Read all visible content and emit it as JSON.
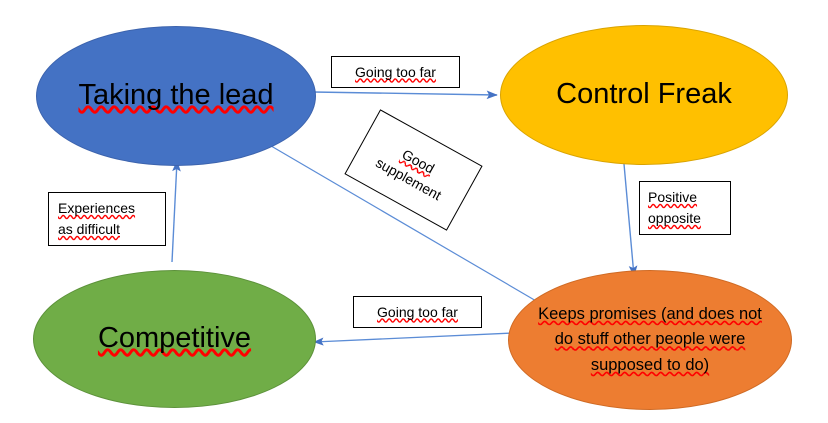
{
  "diagram": {
    "type": "concept-map",
    "background": "#ffffff",
    "nodes": [
      {
        "id": "taking-the-lead",
        "label": "Taking the lead",
        "color": "#4472C4",
        "shape": "ellipse"
      },
      {
        "id": "control-freak",
        "label": "Control Freak",
        "color": "#FFC000",
        "shape": "ellipse"
      },
      {
        "id": "competitive",
        "label": "Competitive",
        "color": "#70AD47",
        "shape": "ellipse"
      },
      {
        "id": "keeps-promises",
        "label": "Keeps promises (and does not\ndo stuff other people were\nsupposed to do)",
        "color": "#ED7D31",
        "shape": "ellipse"
      }
    ],
    "edges": [
      {
        "id": "lead-to-control",
        "from": "taking-the-lead",
        "to": "control-freak",
        "label": "Going too far",
        "color": "#4472C4"
      },
      {
        "id": "lead-to-keeps",
        "from": "taking-the-lead",
        "to": "keeps-promises",
        "label": "Good\nsupplement",
        "color": "#4472C4"
      },
      {
        "id": "control-to-keeps",
        "from": "control-freak",
        "to": "keeps-promises",
        "label": "Positive\nopposite",
        "color": "#4472C4"
      },
      {
        "id": "keeps-to-competitive",
        "from": "keeps-promises",
        "to": "competitive",
        "label": "Going too far",
        "color": "#4472C4"
      },
      {
        "id": "competitive-to-lead",
        "from": "competitive",
        "to": "taking-the-lead",
        "label": "Experiences\nas difficult",
        "color": "#4472C4"
      }
    ],
    "labels": {
      "going_too_far_top": "Going too far",
      "going_too_far_bottom": "Going too far",
      "good_supplement_line1": "Good",
      "good_supplement_line2": "supplement",
      "experiences_line1": "Experiences",
      "experiences_line2": "as difficult",
      "positive_line1": "Positive",
      "positive_line2": "opposite"
    },
    "node_text": {
      "taking_the_lead": "Taking the lead",
      "control_freak": "Control Freak",
      "competitive": "Competitive",
      "keeps_promises_line1": "Keeps promises (and does not",
      "keeps_promises_line2": "do stuff other people were",
      "keeps_promises_line3": "supposed to do)"
    },
    "spellcheck_underline_color": "#FF0000"
  }
}
